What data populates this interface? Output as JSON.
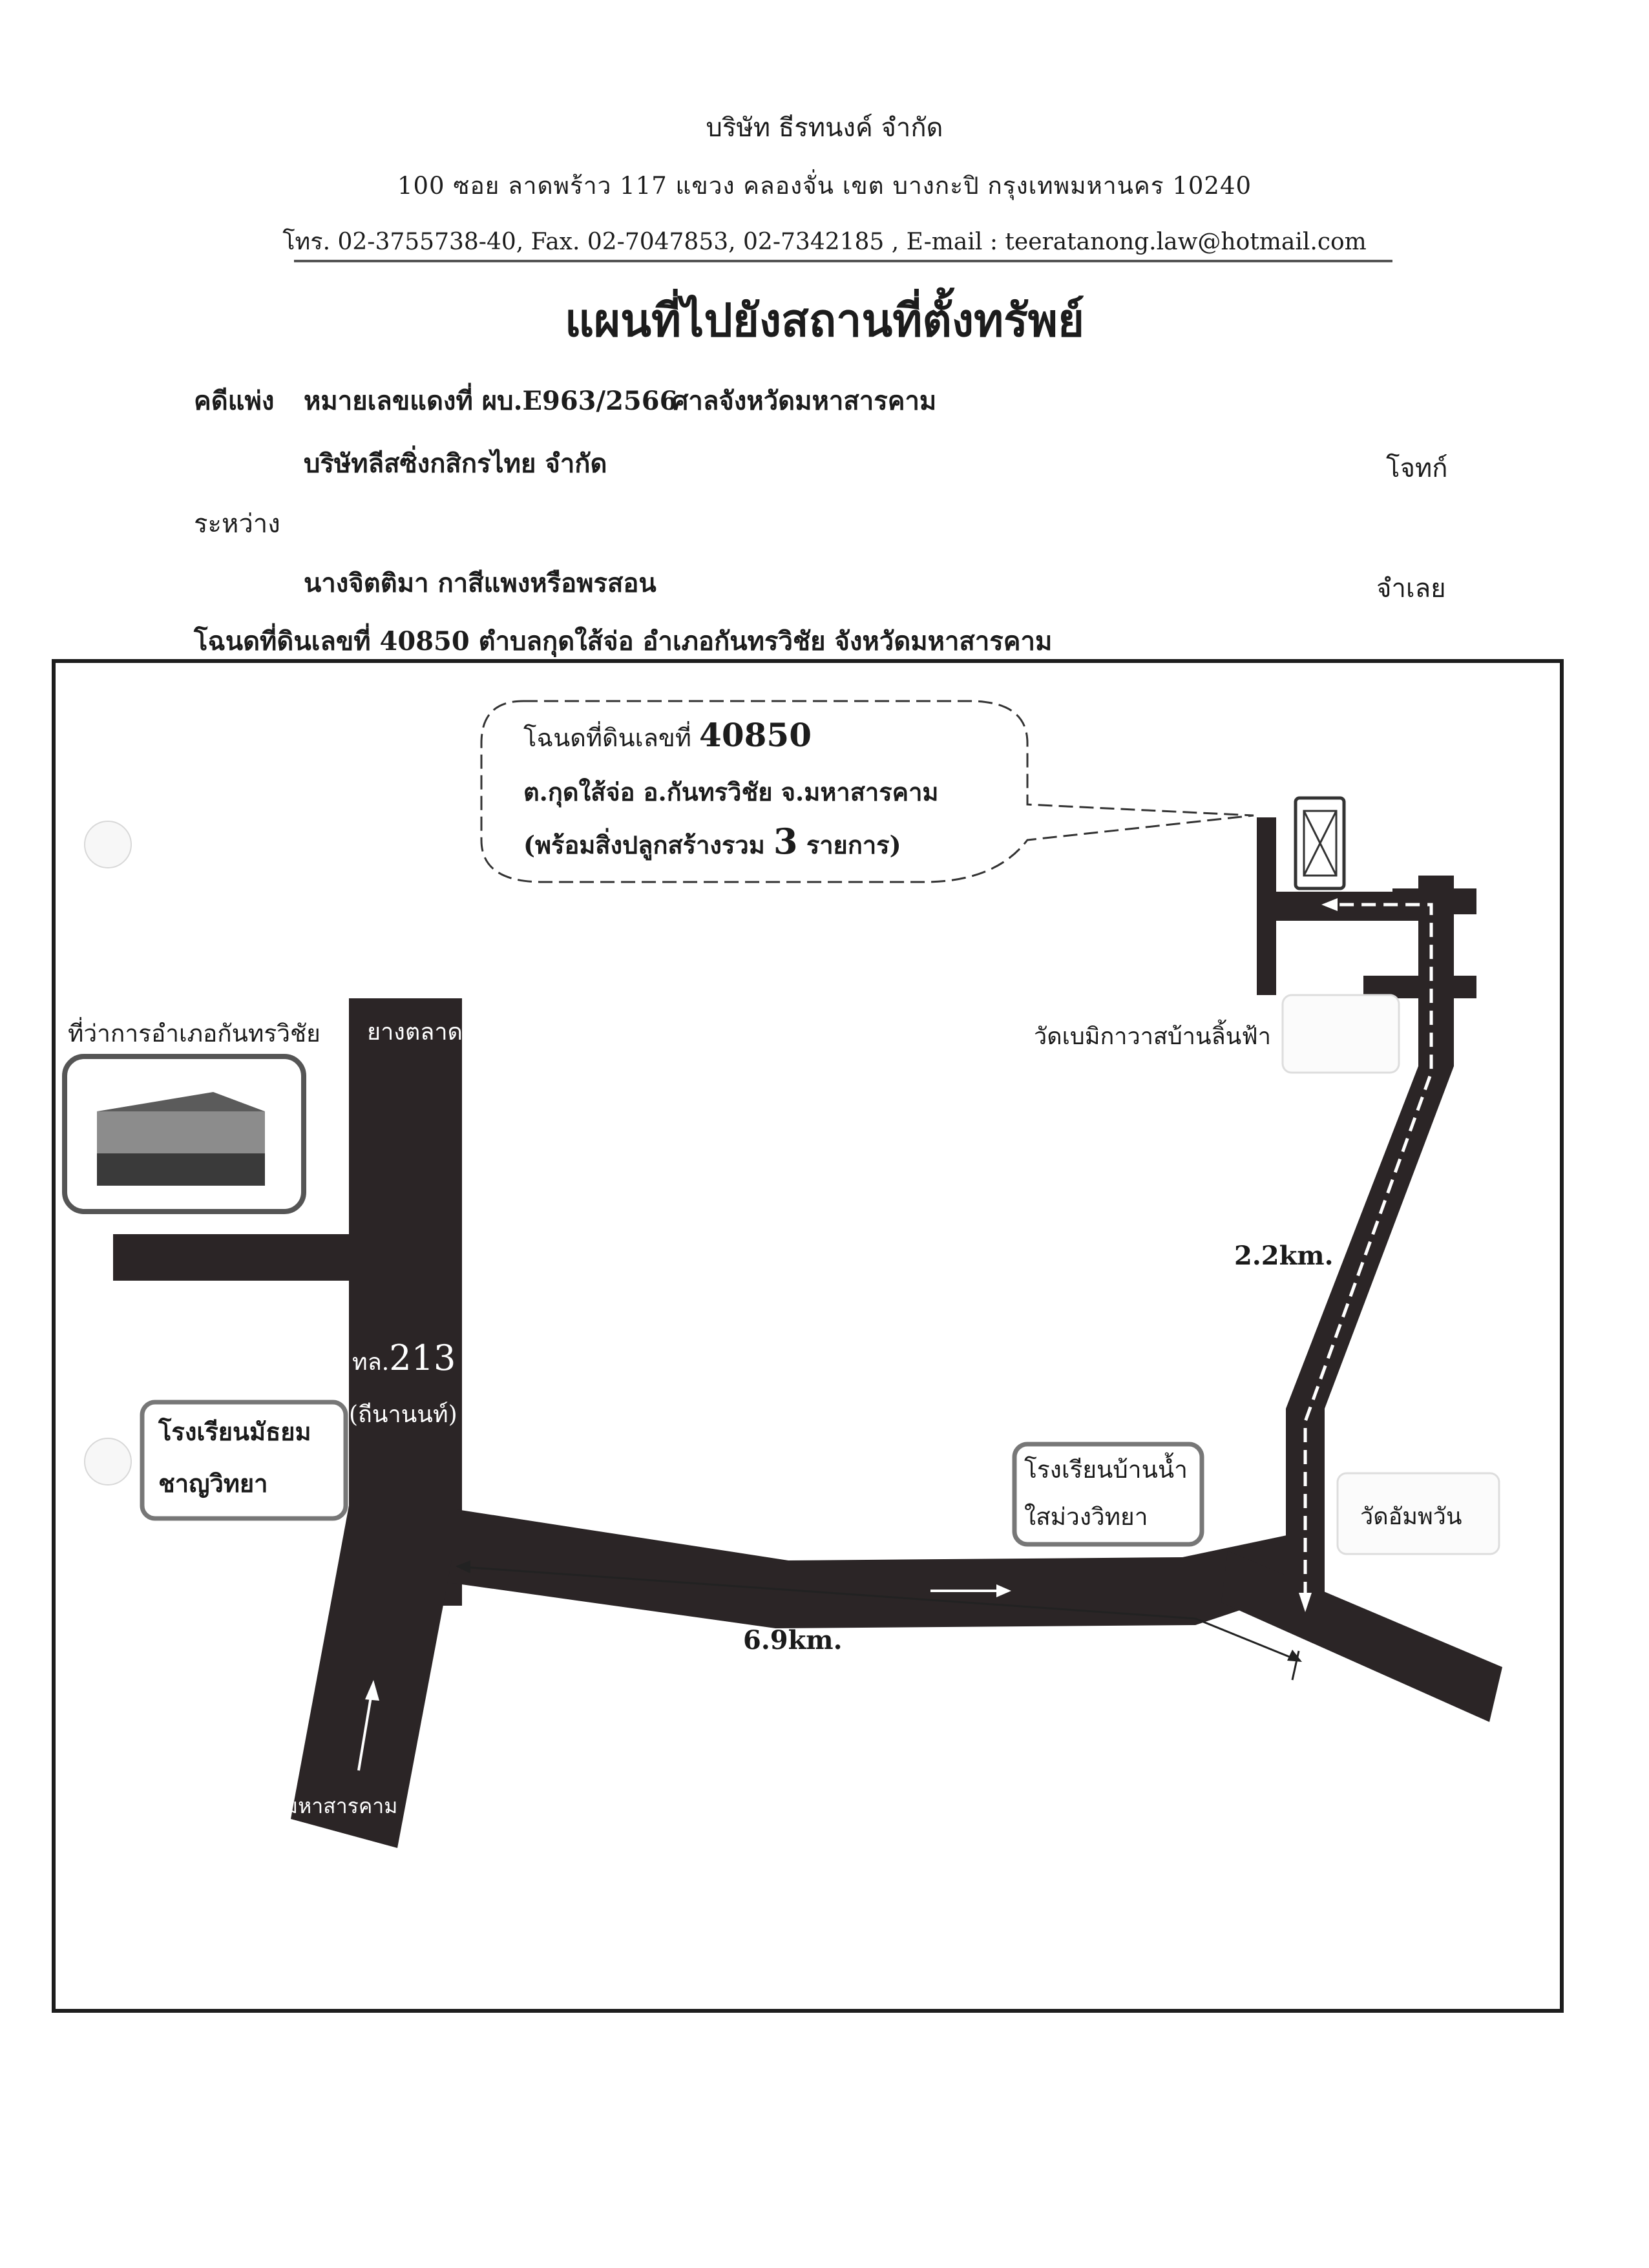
{
  "header": {
    "company": "บริษัท  ธีรทนงค์ จำกัด",
    "address": "100   ซอย ลาดพร้าว 117    แขวง คลองจั่น    เขต บางกะปิ   กรุงเทพมหานคร  10240",
    "contact": "โทร. 02-3755738-40, Fax.  02-7047853, 02-7342185 , E-mail : teeratanong.law@hotmail.com"
  },
  "title": "แผนที่ไปยังสถานที่ตั้งทรัพย์",
  "case": {
    "type_label": "คดีแพ่ง",
    "number": "หมายเลขแดงที่ ผบ.E963/2566",
    "court": "ศาลจังหวัดมหาสารคาม",
    "plaintiff_name": "บริษัทลีสซิ่งกสิกรไทย  จำกัด",
    "plaintiff_role": "โจทก์",
    "between": "ระหว่าง",
    "defendant_name": "นางจิตติมา กาสีแพงหรือพรสอน",
    "defendant_role": "จำเลย",
    "deed_line": "โฉนดที่ดินเลขที่  40850  ตำบลกุดใส้จ่อ  อำเภอกันทรวิชัย  จังหวัดมหาสารคาม"
  },
  "map": {
    "callout": {
      "line1_prefix": "โฉนดที่ดินเลขที่",
      "deed_number": "40850",
      "line2": "ต.กุดใส้จ่อ  อ.กันทรวิชัย  จ.มหาสารคาม",
      "line3_prefix": "(พร้อมสิ่งปลูกสร้างรวม",
      "count": "3",
      "line3_suffix": "รายการ)"
    },
    "labels": {
      "district_office": "ที่ว่าการอำเภอกันทรวิชัย",
      "yang_talat": "ยางตลาด",
      "wat_benmika": "วัดเบมิกาวาสบ้านลิ้นฟ้า",
      "distance_short": "2.2km.",
      "route_prefix": "ทล.",
      "route_number": "213",
      "road_name": "(ถีนานนท์)",
      "school1_line1": "โรงเรียนมัธยม",
      "school1_line2": "ชาญวิทยา",
      "school2_line1": "โรงเรียนบ้านน้ำ",
      "school2_line2": "ใสม่วงวิทยา",
      "wat_amphawan": "วัดอัมพวัน",
      "distance_long": "6.9km.",
      "maha_sarakham": "มหาสารคาม"
    },
    "colors": {
      "road": "#2b2526",
      "route": "#ffffff",
      "ink": "#1a1a1a"
    }
  }
}
